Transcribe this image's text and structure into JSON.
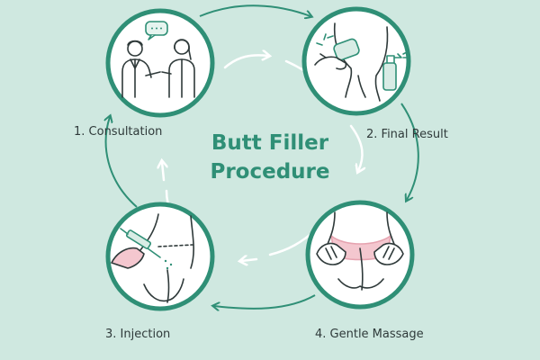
{
  "title": {
    "line1": "Butt Filler",
    "line2": "Procedure"
  },
  "steps": [
    {
      "label": "1. Consultation",
      "icon": "doctor-consultation-icon"
    },
    {
      "label": "2. Final Result",
      "icon": "cleaning-result-icon"
    },
    {
      "label": "3. Injection",
      "icon": "syringe-injection-icon"
    },
    {
      "label": "4. Gentle Massage",
      "icon": "massage-hands-icon"
    }
  ],
  "colors": {
    "background": "#cfe8e0",
    "ring": "#2f8f76",
    "title": "#2f8f76",
    "arrow": "#2f8f76",
    "inner_arrow": "#ffffff",
    "circle_fill": "#ffffff",
    "accent_pink": "#f4c7cf",
    "line": "#2f3a3a"
  }
}
